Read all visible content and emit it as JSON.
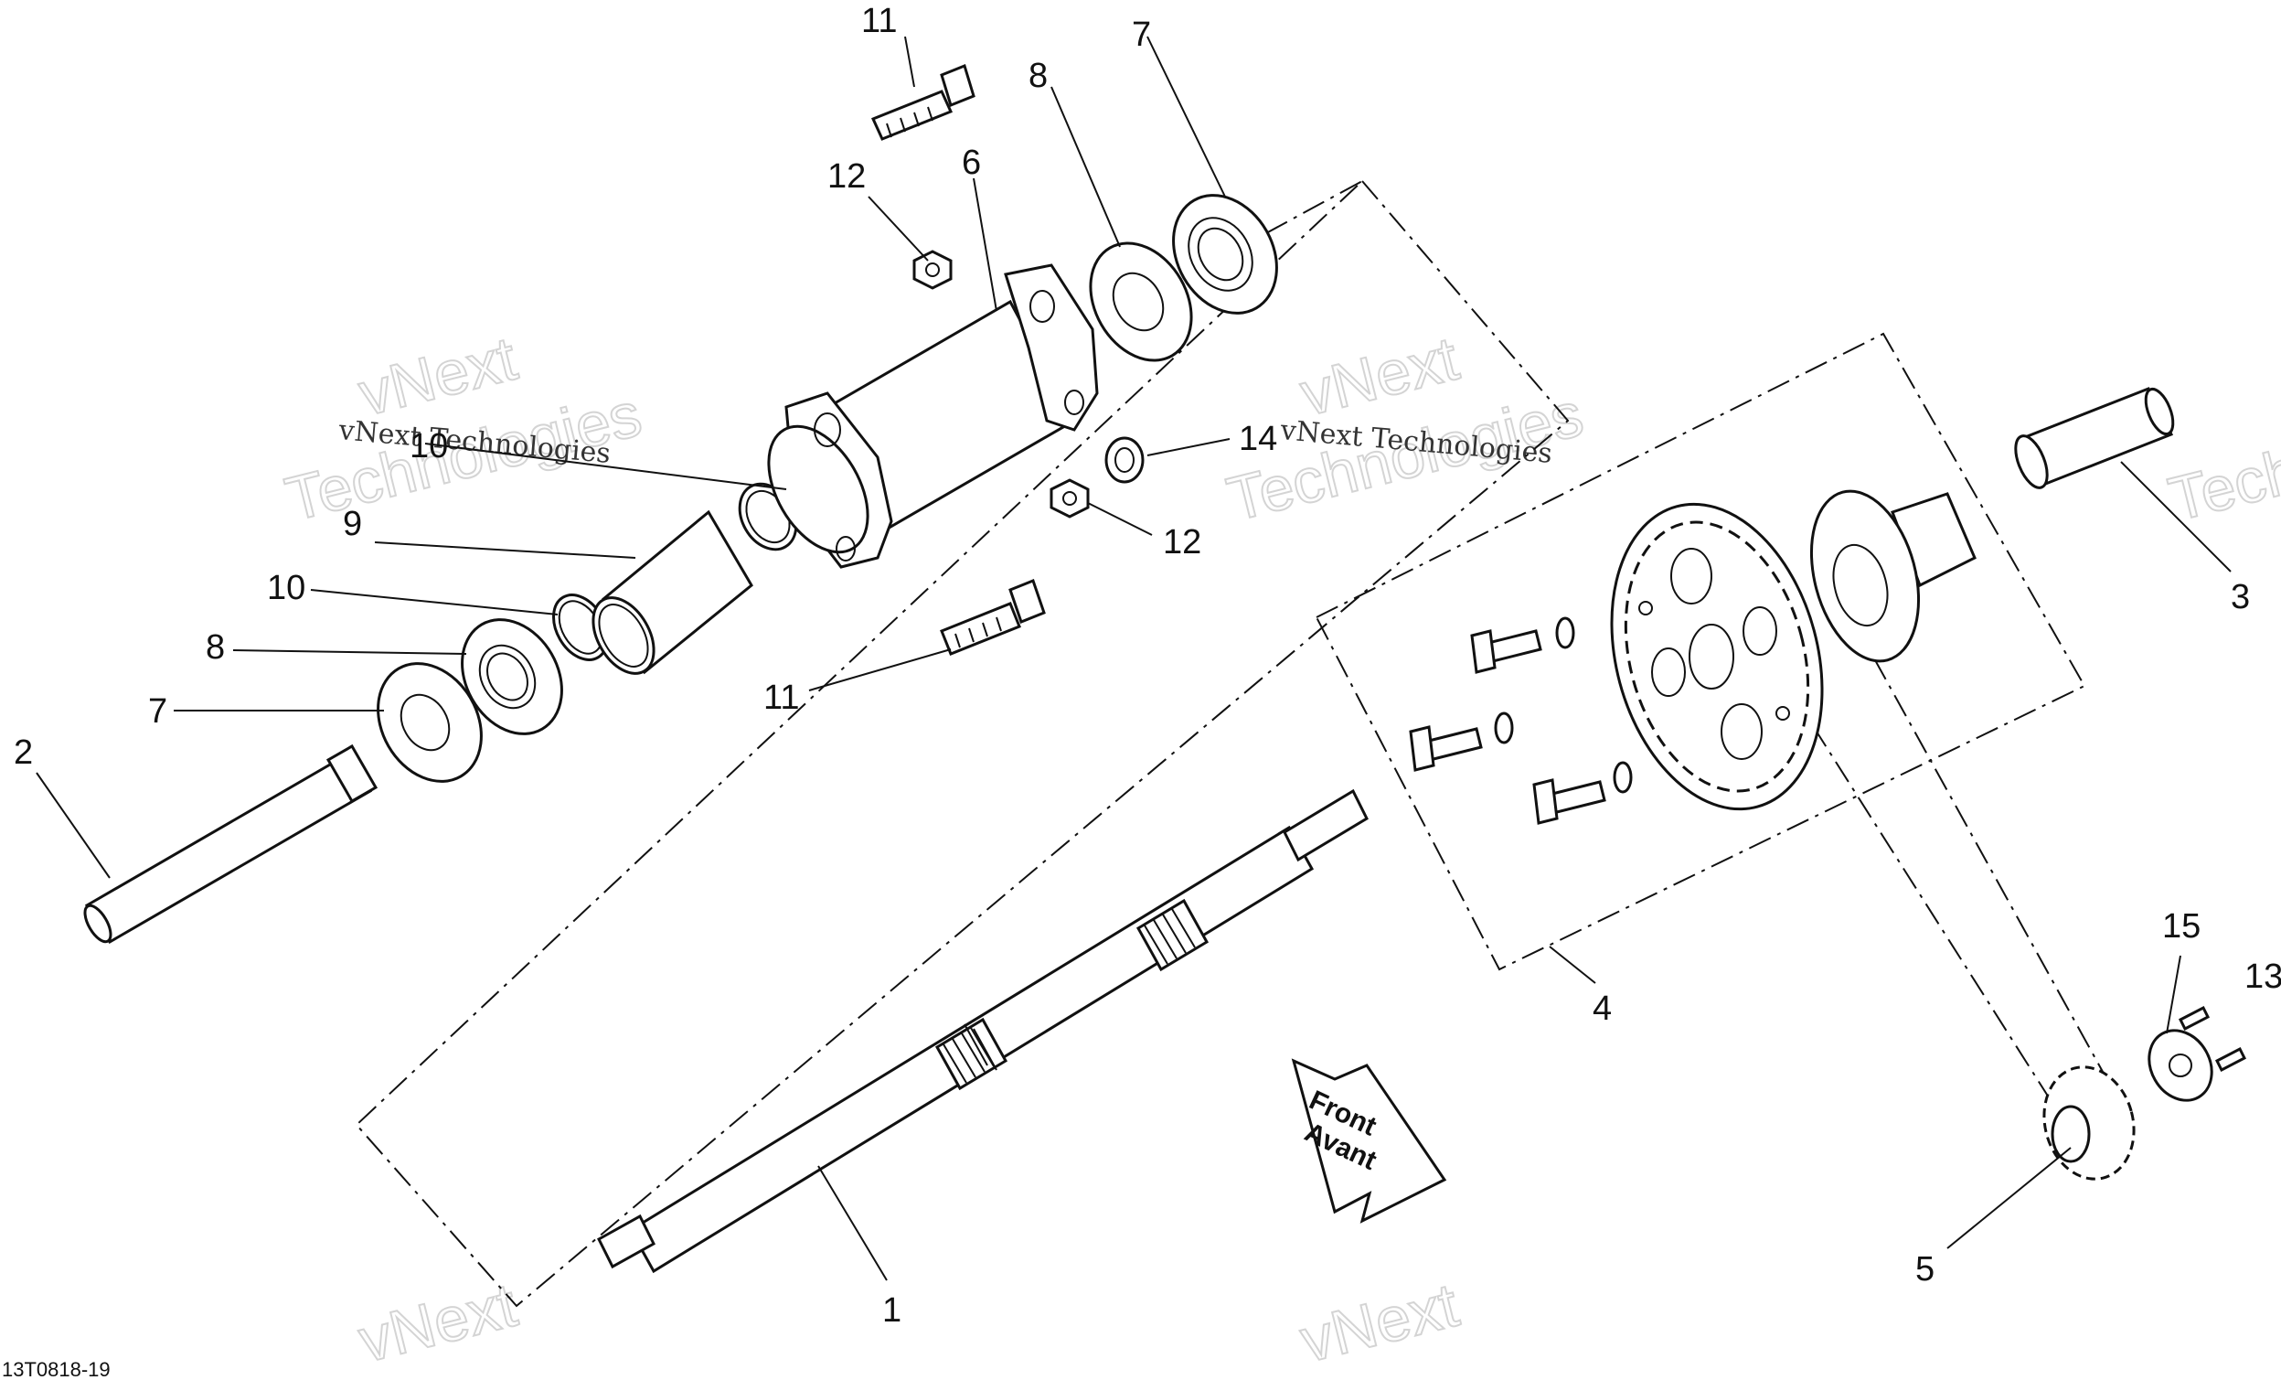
{
  "callouts": [
    {
      "id": "c1",
      "text": "1"
    },
    {
      "id": "c2",
      "text": "2"
    },
    {
      "id": "c3",
      "text": "3"
    },
    {
      "id": "c4",
      "text": "4"
    },
    {
      "id": "c5",
      "text": "5"
    },
    {
      "id": "c6",
      "text": "6"
    },
    {
      "id": "c7a",
      "text": "7"
    },
    {
      "id": "c7b",
      "text": "7"
    },
    {
      "id": "c8a",
      "text": "8"
    },
    {
      "id": "c8b",
      "text": "8"
    },
    {
      "id": "c9",
      "text": "9"
    },
    {
      "id": "c10a",
      "text": "10"
    },
    {
      "id": "c10b",
      "text": "10"
    },
    {
      "id": "c11a",
      "text": "11"
    },
    {
      "id": "c11b",
      "text": "11"
    },
    {
      "id": "c12a",
      "text": "12"
    },
    {
      "id": "c12b",
      "text": "12"
    },
    {
      "id": "c13",
      "text": "13"
    },
    {
      "id": "c14",
      "text": "14"
    },
    {
      "id": "c15",
      "text": "15"
    }
  ],
  "arrow": {
    "line1": "Front",
    "line2": "Avant"
  },
  "watermark": {
    "line1": "vNext",
    "line2": "Technologies",
    "small": "vNext Technologies"
  },
  "drawing_code": "13T0818-19"
}
